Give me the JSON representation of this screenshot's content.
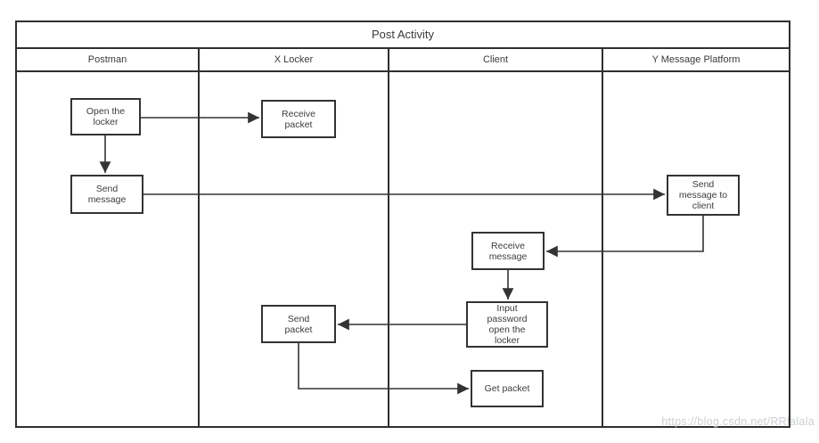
{
  "diagram": {
    "title": "Post Activity",
    "lanes": [
      {
        "label": "Postman"
      },
      {
        "label": "X Locker"
      },
      {
        "label": "Client"
      },
      {
        "label": "Y Message Platform"
      }
    ],
    "nodes": [
      {
        "id": "open-the-locker",
        "lane": "Postman",
        "label": "Open the\nlocker"
      },
      {
        "id": "receive-packet",
        "lane": "X Locker",
        "label": "Receive\npacket"
      },
      {
        "id": "send-message",
        "lane": "Postman",
        "label": "Send\nmessage"
      },
      {
        "id": "send-message-to-client",
        "lane": "Y Message Platform",
        "label": "Send\nmessage to\nclient"
      },
      {
        "id": "receive-message",
        "lane": "Client",
        "label": "Receive\nmessage"
      },
      {
        "id": "input-password-open-the-locker",
        "lane": "Client",
        "label": "Input\npassword\nopen the\nlocker"
      },
      {
        "id": "send-packet",
        "lane": "X Locker",
        "label": "Send\npacket"
      },
      {
        "id": "get-packet",
        "lane": "Client",
        "label": "Get packet"
      }
    ],
    "edges": [
      {
        "from": "open-the-locker",
        "to": "receive-packet"
      },
      {
        "from": "open-the-locker",
        "to": "send-message"
      },
      {
        "from": "send-message",
        "to": "send-message-to-client"
      },
      {
        "from": "send-message-to-client",
        "to": "receive-message"
      },
      {
        "from": "receive-message",
        "to": "input-password-open-the-locker"
      },
      {
        "from": "input-password-open-the-locker",
        "to": "send-packet"
      },
      {
        "from": "send-packet",
        "to": "get-packet"
      }
    ]
  },
  "watermark": "https://blog.csdn.net/RRlalala",
  "colors": {
    "line": "#333333",
    "text": "#3a3a3a",
    "watermark": "#ccd0d4",
    "background": "#ffffff"
  }
}
